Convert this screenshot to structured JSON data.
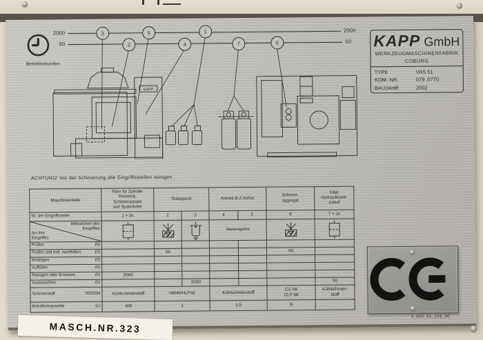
{
  "colors": {
    "wall": "#ddd6c6",
    "plate": "#c1bfba",
    "ink": "#2b2b27",
    "ce_plate": "#9d9b96",
    "label_bg": "#f4f1e9"
  },
  "hours_header": {
    "clock_label": "Betriebsstunden",
    "line1_left": "2000",
    "line1_right": "2000",
    "line2_left": "50",
    "line2_right": "50",
    "callouts": [
      "3",
      "5",
      "1",
      "2",
      "4",
      "7",
      "6"
    ]
  },
  "diagram": {
    "machine_label": "KAPP"
  },
  "brand": {
    "logo": "KAPP",
    "logo_suffix": "GmbH",
    "subtitle1": "WERKZEUGMASCHINENFABRIK",
    "subtitle2": "COBURG",
    "fields": [
      {
        "label": "TYPE",
        "value": "VAS 51"
      },
      {
        "label": "KOM.-NR.",
        "value": "079 .0770"
      },
      {
        "label": "BAUJAHR",
        "value": "2002"
      }
    ]
  },
  "warning": "ACHTUNG! Vor der Schmierung alle Eingriffsstellen reinigen",
  "table": {
    "headers": {
      "parts": "Maschinenteile",
      "filter": "Filter für Zylinder\nReitstock,\nSchiebespindel\nund Spannfutter",
      "teilapparat": "Teilapparat",
      "antrieb": "Antrieb B-Z-Achse",
      "schmier": "Schmier-\naggregat",
      "hydraulik": "Filter\nHydrauliktank-\nzulauf"
    },
    "nr_row": {
      "label": "Nr. der Eingriffsstelle",
      "c1": "1 + 3x",
      "c2": "2",
      "c3": "3",
      "c4": "4",
      "c5": "5",
      "c6": "6",
      "c7": "7 + 2x"
    },
    "picto_row": {
      "corner_top": "Bildzeichen des\nEingriffes",
      "corner_bottom": "Art des\nEingriffes",
      "c45": "Wartungsfrei"
    },
    "rows": [
      {
        "label": "Prüfen",
        "unit": "(h)",
        "c1": "",
        "c2": "",
        "c3": "",
        "c4": "",
        "c5": "",
        "c6": "",
        "c7": ""
      },
      {
        "label": "Prüfen und evtl. nachfüllen",
        "unit": "(h)",
        "c1": "",
        "c2": "50",
        "c3": "",
        "c4": "",
        "c5": "",
        "c6": "50",
        "c7": ""
      },
      {
        "label": "Betätigen",
        "unit": "(h)",
        "c1": "",
        "c2": "",
        "c3": "",
        "c4": "",
        "c5": "",
        "c6": "",
        "c7": ""
      },
      {
        "label": "Auffüllen",
        "unit": "(h)",
        "c1": "",
        "c2": "",
        "c3": "",
        "c4": "",
        "c5": "",
        "c6": "",
        "c7": ""
      },
      {
        "label": "Reinigen oder Ersetzen",
        "unit": "(h)",
        "c1": "2000",
        "c2": "",
        "c3": "",
        "c4": "",
        "c5": "",
        "c6": "",
        "c7": ""
      },
      {
        "label": "Austauschen",
        "unit": "(h)",
        "c1": "",
        "c2": "",
        "c3": "2000",
        "c4": "",
        "c5": "",
        "c6": "",
        "c7": "50"
      }
    ],
    "lubricant_row": {
      "label": "Schmierstoff",
      "unit": "ISO/DIN",
      "c1": "Kühlschmierstoff",
      "c23": "HM46/HLP46",
      "c45": "Kühlschmierstoff",
      "c6": "CC 68\nCLP 68",
      "c7": "Kühlschmier-\nstoff"
    },
    "capacity_row": {
      "label": "Behälterkapazität",
      "unit": "(L)",
      "c1": "400",
      "c23": "1",
      "c45": "1,5",
      "c6": "6",
      "c7": ""
    }
  },
  "footer": {
    "machine_number": "MASCH.NR.323",
    "drawing_number": "2_650_51_218_00"
  }
}
